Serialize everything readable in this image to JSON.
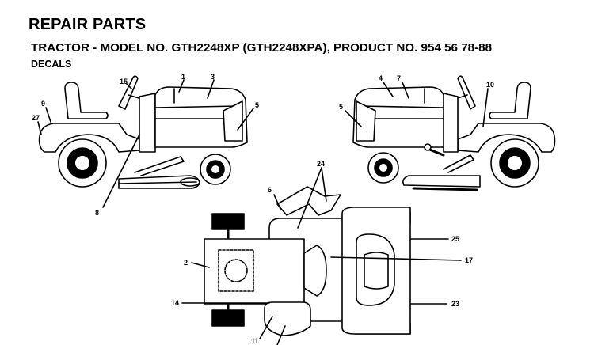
{
  "header": {
    "title": "REPAIR PARTS",
    "subtitle": "TRACTOR - MODEL NO. GTH2248XP (GTH2248XPA), PRODUCT NO. 954 56 78-88",
    "section": "DECALS"
  },
  "callouts": {
    "c1": "1",
    "c3": "3",
    "c15": "15",
    "c9": "9",
    "c27": "27",
    "c5l": "5",
    "c8": "8",
    "c4": "4",
    "c7": "7",
    "c10": "10",
    "c5r": "5",
    "c24": "24",
    "c6": "6",
    "c2": "2",
    "c14": "14",
    "c11": "11",
    "c17": "17",
    "c25": "25",
    "c23": "23"
  }
}
